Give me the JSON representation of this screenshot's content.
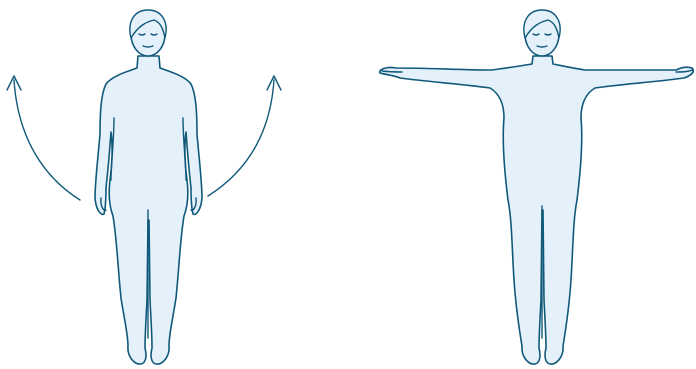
{
  "illustration": {
    "colors": {
      "figure_fill": "#e4f1fa",
      "line": "#10597a",
      "background": "#ffffff"
    },
    "panels": [
      {
        "pose": "arms-down",
        "motion_arrows": [
          "left-arc-arrow-up",
          "right-arc-arrow-up"
        ]
      },
      {
        "pose": "arms-raised-horizontal",
        "motion_arrows": []
      }
    ]
  }
}
